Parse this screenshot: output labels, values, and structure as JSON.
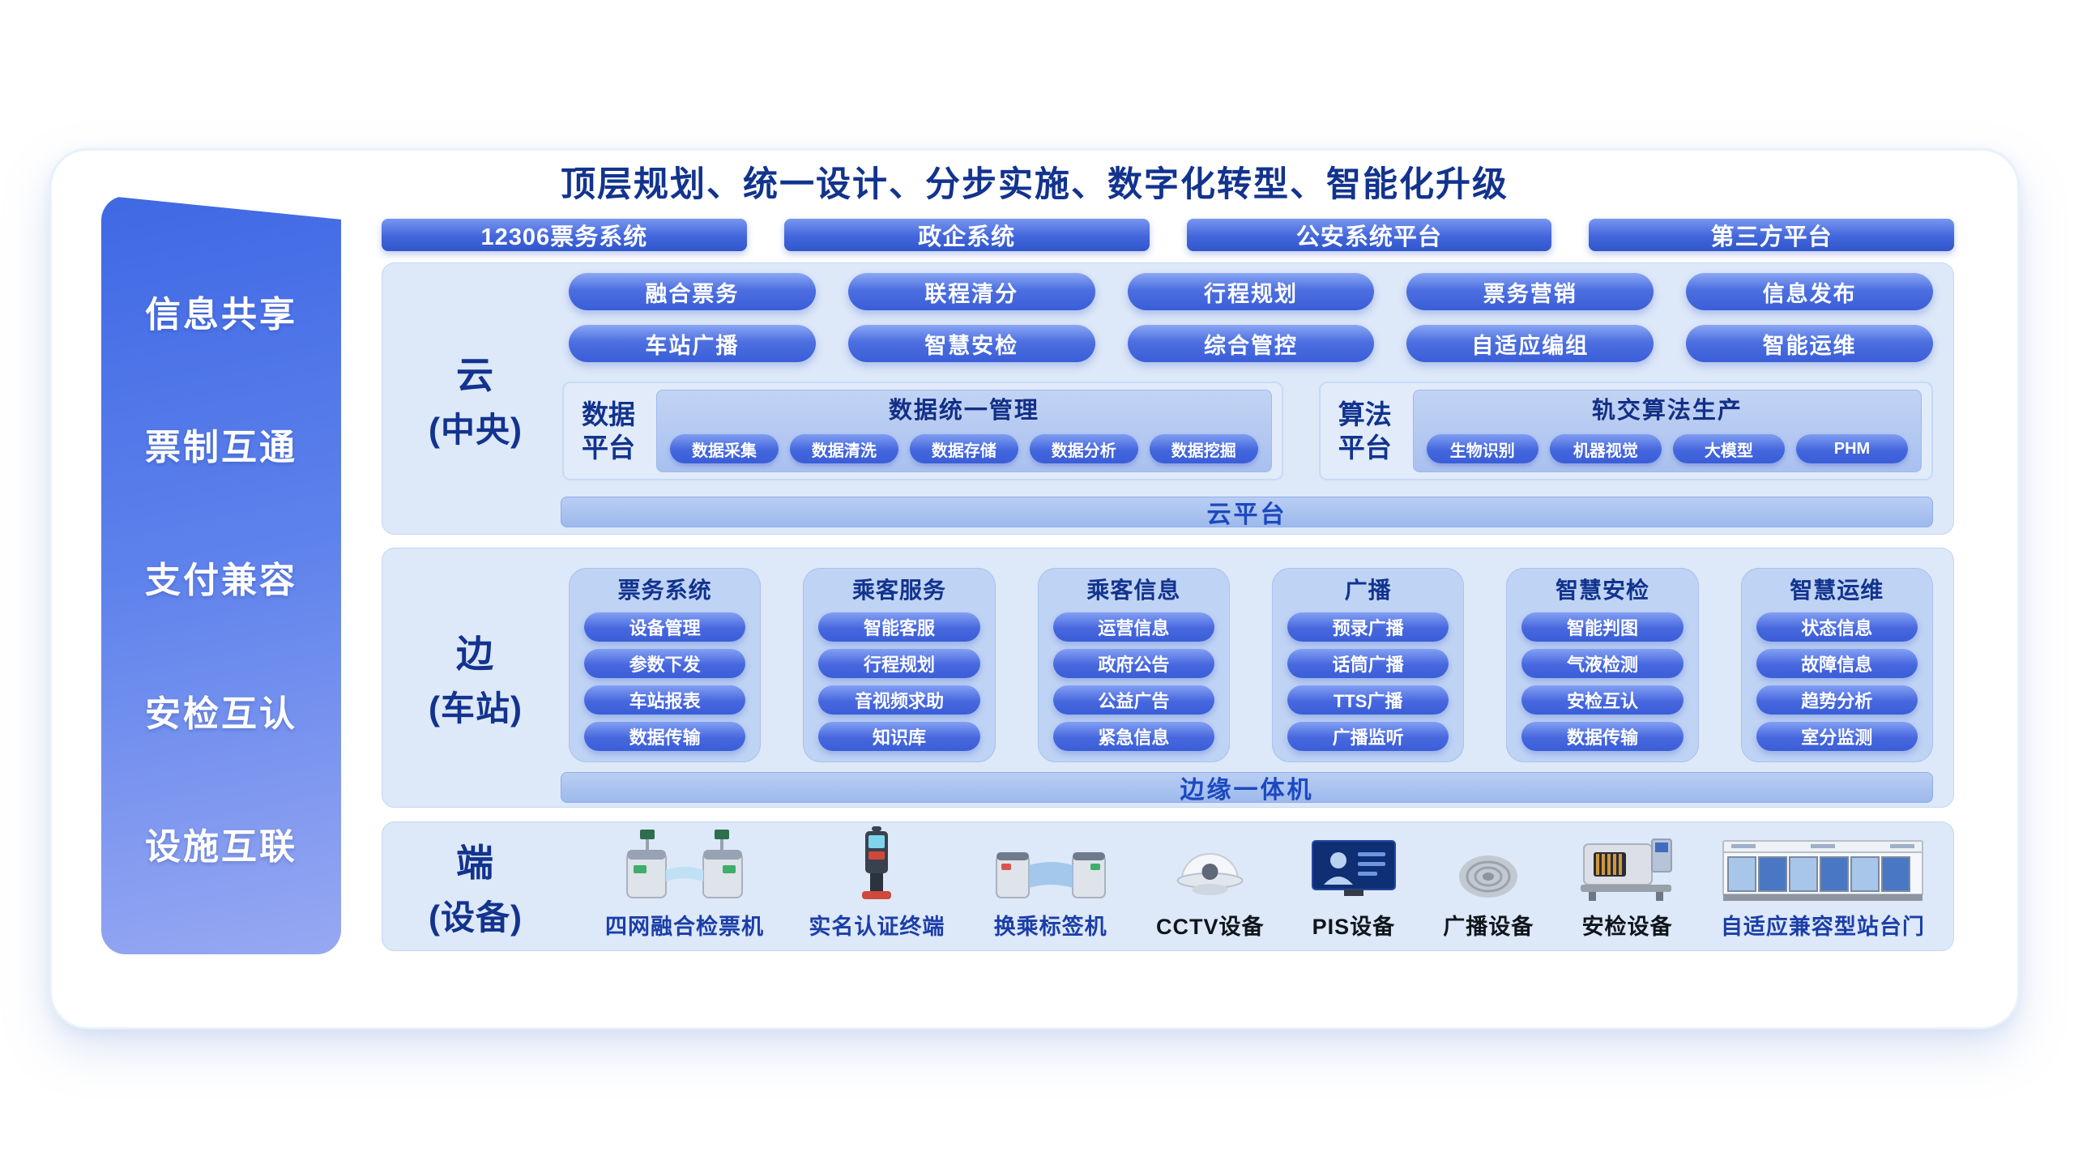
{
  "title": "顶层规划、统一设计、分步实施、数字化转型、智能化升级",
  "sidebar": {
    "items": [
      "信息共享",
      "票制互通",
      "支付兼容",
      "安检互认",
      "设施互联"
    ]
  },
  "external_systems": [
    "12306票务系统",
    "政企系统",
    "公安系统平台",
    "第三方平台"
  ],
  "cloud_layer": {
    "label": "云",
    "label_sub": "(中央)",
    "pills_row1": [
      "融合票务",
      "联程清分",
      "行程规划",
      "票务营销",
      "信息发布"
    ],
    "pills_row2": [
      "车站广播",
      "智慧安检",
      "综合管控",
      "自适应编组",
      "智能运维"
    ],
    "data_platform": {
      "label_line1": "数据",
      "label_line2": "平台",
      "title": "数据统一管理",
      "items": [
        "数据采集",
        "数据清洗",
        "数据存储",
        "数据分析",
        "数据挖掘"
      ]
    },
    "algo_platform": {
      "label_line1": "算法",
      "label_line2": "平台",
      "title": "轨交算法生产",
      "items": [
        "生物识别",
        "机器视觉",
        "大模型",
        "PHM"
      ]
    },
    "footer": "云平台"
  },
  "edge_layer": {
    "label": "边",
    "label_sub": "(车站)",
    "columns": [
      {
        "title": "票务系统",
        "items": [
          "设备管理",
          "参数下发",
          "车站报表",
          "数据传输"
        ]
      },
      {
        "title": "乘客服务",
        "items": [
          "智能客服",
          "行程规划",
          "音视频求助",
          "知识库"
        ]
      },
      {
        "title": "乘客信息",
        "items": [
          "运营信息",
          "政府公告",
          "公益广告",
          "紧急信息"
        ]
      },
      {
        "title": "广播",
        "items": [
          "预录广播",
          "话筒广播",
          "TTS广播",
          "广播监听"
        ]
      },
      {
        "title": "智慧安检",
        "items": [
          "智能判图",
          "气液检测",
          "安检互认",
          "数据传输"
        ]
      },
      {
        "title": "智慧运维",
        "items": [
          "状态信息",
          "故障信息",
          "趋势分析",
          "室分监测"
        ]
      }
    ],
    "footer": "边缘一体机"
  },
  "device_layer": {
    "label": "端",
    "label_sub": "(设备)",
    "devices": [
      {
        "label": "四网融合检票机",
        "icon": "fare-gate-icon"
      },
      {
        "label": "实名认证终端",
        "icon": "identity-kiosk-icon"
      },
      {
        "label": "换乘标签机",
        "icon": "transfer-gate-icon"
      },
      {
        "label": "CCTV设备",
        "icon": "cctv-camera-icon"
      },
      {
        "label": "PIS设备",
        "icon": "pis-screen-icon"
      },
      {
        "label": "广播设备",
        "icon": "speaker-icon"
      },
      {
        "label": "安检设备",
        "icon": "xray-scanner-icon"
      },
      {
        "label": "自适应兼容型站台门",
        "icon": "platform-door-icon"
      }
    ]
  },
  "colors": {
    "title_blue": "#12338e",
    "pill_gradient_top": "#8aa6f4",
    "pill_gradient_bottom": "#3a5ed8",
    "layer_background": "#dde8f8",
    "column_background": "#bfd3f4",
    "footer_bar_background": "#a9c2ee",
    "footer_bar_text": "#1d49c0",
    "sidebar_gradient_top": "#3f68e4",
    "sidebar_gradient_bottom": "#97a8f2",
    "device_label_blue": "#1b3ea8",
    "device_label_black": "#10151c"
  }
}
